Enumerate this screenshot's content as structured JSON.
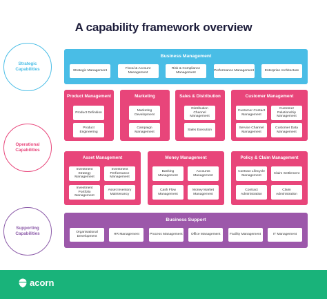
{
  "title": "A capability framework overview",
  "colors": {
    "strategic": "#49bde6",
    "operational": "#e8457a",
    "supporting": "#9c58aa",
    "footer": "#19b37a"
  },
  "layers": {
    "strategic": "Strategic Capabilities",
    "operational": "Operational Capabilities",
    "supporting": "Supporting Capabilities"
  },
  "business_management": {
    "title": "Business Management",
    "items": [
      "Strategic Management",
      "Fiscal & Account Management",
      "Risk & Compliance Management",
      "Performance Management",
      "Enterprise Architecture"
    ]
  },
  "product_management": {
    "title": "Product Management",
    "items": [
      "Product Definition",
      "Product Engineering"
    ]
  },
  "marketing": {
    "title": "Marketing",
    "items": [
      "Marketing Development",
      "Campaign Management"
    ]
  },
  "sales_distribution": {
    "title": "Sales & Distribution",
    "items": [
      "Distribution Channel Management",
      "Sales Execution"
    ]
  },
  "customer_management": {
    "title": "Customer Management",
    "items": [
      "Customer Contact Management",
      "Customer Relationship Management",
      "Service Channel Management",
      "Customer Data Management"
    ]
  },
  "asset_management": {
    "title": "Asset Management",
    "items": [
      "Investment Strategy Management",
      "Investment Performance Management",
      "Investment Portfolio Management",
      "Asset Inventory Maintenancy"
    ]
  },
  "money_management": {
    "title": "Money Management",
    "items": [
      "Banking Management",
      "Accounts Management",
      "Cash Flow Management",
      "Money Market Management"
    ]
  },
  "policy_claim": {
    "title": "Policy & Claim Management",
    "items": [
      "Contract Lifecycle Management",
      "Claim Settlement",
      "Contract Administration",
      "Claim Administration"
    ]
  },
  "business_support": {
    "title": "Business Support",
    "items": [
      "Organisational Development",
      "HR Management",
      "Process Management",
      "Office Management",
      "Facility Management",
      "IT Management"
    ]
  },
  "footer": {
    "logo_text": "acorn"
  }
}
